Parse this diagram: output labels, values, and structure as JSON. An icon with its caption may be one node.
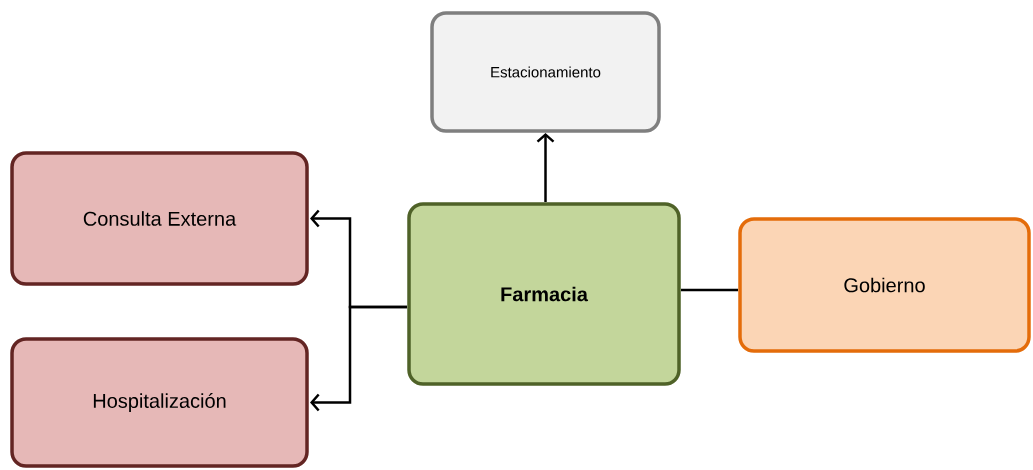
{
  "diagram": {
    "nodes": [
      {
        "text": [
          "Estacionamiento"
        ]
      },
      {
        "text": [
          "Consulta Externa"
        ]
      },
      {
        "text": [
          "Farmacia"
        ]
      },
      {
        "text": [
          "Gobierno"
        ]
      },
      {
        "text": [
          "Hospitalización"
        ]
      }
    ],
    "edges": [
      {
        "from": 2,
        "to": 0,
        "arrow": "to"
      },
      {
        "from": 2,
        "to": 1,
        "arrow": "to"
      },
      {
        "from": 2,
        "to": 4,
        "arrow": "to"
      },
      {
        "from": 2,
        "to": 3,
        "arrow": "none"
      }
    ]
  }
}
